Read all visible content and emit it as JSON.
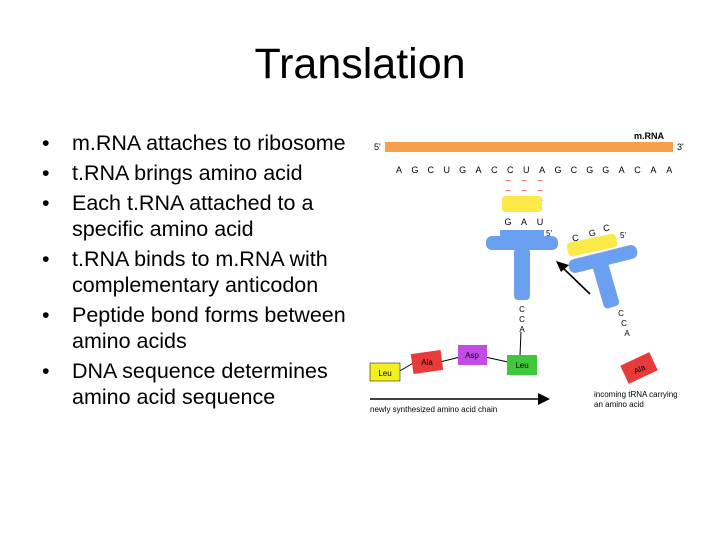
{
  "slide": {
    "title": "Translation",
    "bullets": [
      "m.RNA attaches to ribosome",
      "t.RNA brings amino acid",
      "Each t.RNA attached to a specific amino acid",
      "t.RNA binds to m.RNA with complementary anticodon",
      "Peptide bond forms between amino acids",
      "DNA sequence determines amino acid sequence"
    ],
    "bullet_glyph": "•"
  },
  "diagram": {
    "mrna_label": "m.RNA",
    "five_prime": "5'",
    "three_prime": "3'",
    "mrna_bases": [
      "A",
      "G",
      "C",
      "U",
      "G",
      "A",
      "C",
      "C",
      "U",
      "A",
      "G",
      "C",
      "G",
      "G",
      "A",
      "C",
      "A",
      "A"
    ],
    "bond_glyph": "~",
    "anticodon": [
      "G",
      "A",
      "U"
    ],
    "trna_five_prime": "5'",
    "incoming_anticodon": [
      "C",
      "G",
      "C"
    ],
    "incoming_five_prime": "5'",
    "acceptor_stem": [
      "C",
      "C",
      "A"
    ],
    "incoming_acceptor_stem": [
      "C",
      "C",
      "A"
    ],
    "amino_acids": {
      "leu_chain": "Leu",
      "ala": "Ala",
      "asp": "Asp",
      "leu_bound": "Leu",
      "ala_incoming": "Ala"
    },
    "chain_caption": "newly synthesized amino acid chain",
    "incoming_caption_line1": "incoming tRNA carrying",
    "incoming_caption_line2": "an amino acid",
    "colors": {
      "mrna": "#f5a04a",
      "trna": "#6b9ff0",
      "bond": "#e03c2c",
      "leu": "#f2f020",
      "ala": "#e83a38",
      "asp": "#c44ce6",
      "leu_bound": "#3ec83a"
    }
  }
}
